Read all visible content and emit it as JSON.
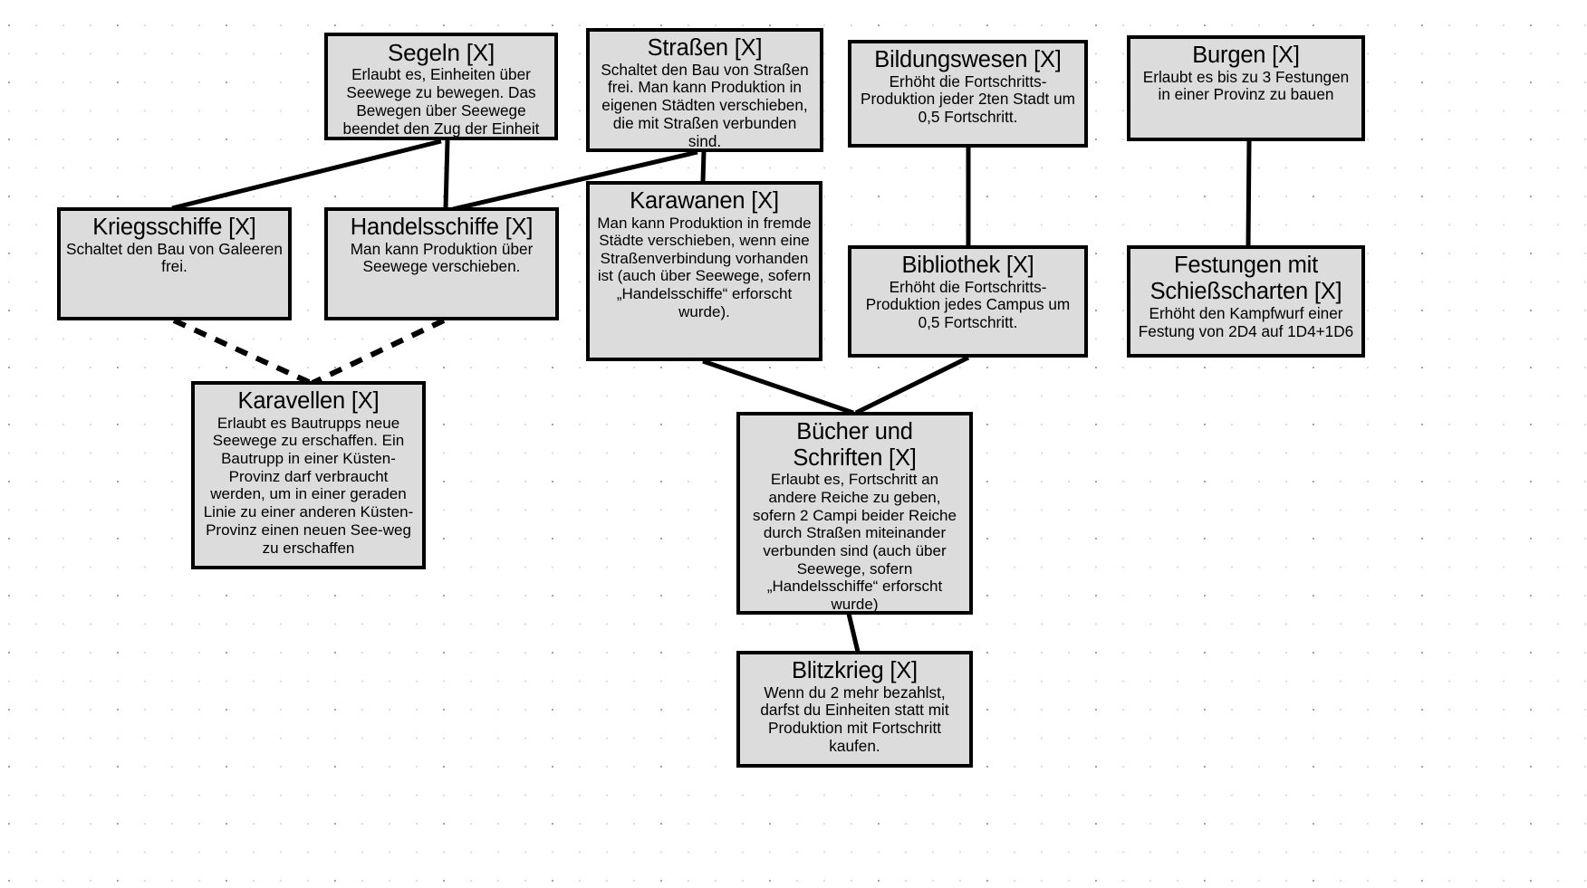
{
  "diagram": {
    "kind": "tech-tree",
    "background_color": "#ffffff",
    "node_fill": "#dcdcdc",
    "node_border": "#000000",
    "edge_color": "#000000",
    "nodes": [
      {
        "id": "segeln",
        "title": "Segeln [X]",
        "desc": "Erlaubt es, Einheiten über Seewege zu bewegen. Das Bewegen über Seewege beendet den Zug der Einheit"
      },
      {
        "id": "strassen",
        "title": "Straßen [X]",
        "desc": "Schaltet den Bau von Straßen frei. Man kann Produktion in eigenen Städten verschieben, die mit Straßen verbunden sind."
      },
      {
        "id": "bildungswesen",
        "title": "Bildungswesen [X]",
        "desc": "Erhöht die Fortschritts-Produktion jeder 2ten Stadt um 0,5 Fortschritt."
      },
      {
        "id": "burgen",
        "title": "Burgen [X]",
        "desc": "Erlaubt es bis zu 3 Festungen in einer Provinz zu bauen"
      },
      {
        "id": "kriegsschiffe",
        "title": "Kriegsschiffe [X]",
        "desc": "Schaltet den Bau von Galeeren frei."
      },
      {
        "id": "handelsschiffe",
        "title": "Handelsschiffe [X]",
        "desc": "Man kann Produktion über Seewege verschieben."
      },
      {
        "id": "karawanen",
        "title": "Karawanen [X]",
        "desc": "Man kann Produktion in fremde Städte verschieben, wenn eine Straßenverbindung vorhanden ist (auch über Seewege, sofern „Handelsschiffe“ erforscht wurde)."
      },
      {
        "id": "bibliothek",
        "title": "Bibliothek [X]",
        "desc": "Erhöht die Fortschritts-Produktion jedes Campus um 0,5 Fortschritt."
      },
      {
        "id": "festungen",
        "title": "Festungen mit\nSchießscharten [X]",
        "desc": "Erhöht den Kampfwurf einer Festung von 2D4 auf 1D4+1D6"
      },
      {
        "id": "karavellen",
        "title": "Karavellen [X]",
        "desc": "Erlaubt es Bautrupps neue Seewege zu erschaffen. Ein Bautrupp in einer Küsten-Provinz darf verbraucht werden, um in einer geraden Linie zu einer anderen Küsten-Provinz einen neuen See-weg zu erschaffen"
      },
      {
        "id": "buecher_und_schriften",
        "title": "Bücher und\nSchriften [X]",
        "desc": "Erlaubt es, Fortschritt an andere Reiche zu geben, sofern 2 Campi beider Reiche durch Straßen miteinander verbunden sind (auch über Seewege, sofern „Handelsschiffe“ erforscht wurde)"
      },
      {
        "id": "blitzkrieg",
        "title": "Blitzkrieg [X]",
        "desc": "Wenn du 2 mehr bezahlst, darfst du Einheiten statt mit Produktion mit Fortschritt kaufen."
      }
    ],
    "edges": [
      {
        "from": "segeln",
        "to": "kriegsschiffe",
        "style": "solid"
      },
      {
        "from": "segeln",
        "to": "handelsschiffe",
        "style": "solid"
      },
      {
        "from": "strassen",
        "to": "handelsschiffe",
        "style": "solid"
      },
      {
        "from": "strassen",
        "to": "karawanen",
        "style": "solid"
      },
      {
        "from": "kriegsschiffe",
        "to": "karavellen",
        "style": "dashed"
      },
      {
        "from": "handelsschiffe",
        "to": "karavellen",
        "style": "dashed"
      },
      {
        "from": "bildungswesen",
        "to": "bibliothek",
        "style": "solid"
      },
      {
        "from": "burgen",
        "to": "festungen",
        "style": "solid"
      },
      {
        "from": "karawanen",
        "to": "buecher_und_schriften",
        "style": "solid"
      },
      {
        "from": "bibliothek",
        "to": "buecher_und_schriften",
        "style": "solid"
      },
      {
        "from": "buecher_und_schriften",
        "to": "blitzkrieg",
        "style": "solid"
      }
    ]
  }
}
